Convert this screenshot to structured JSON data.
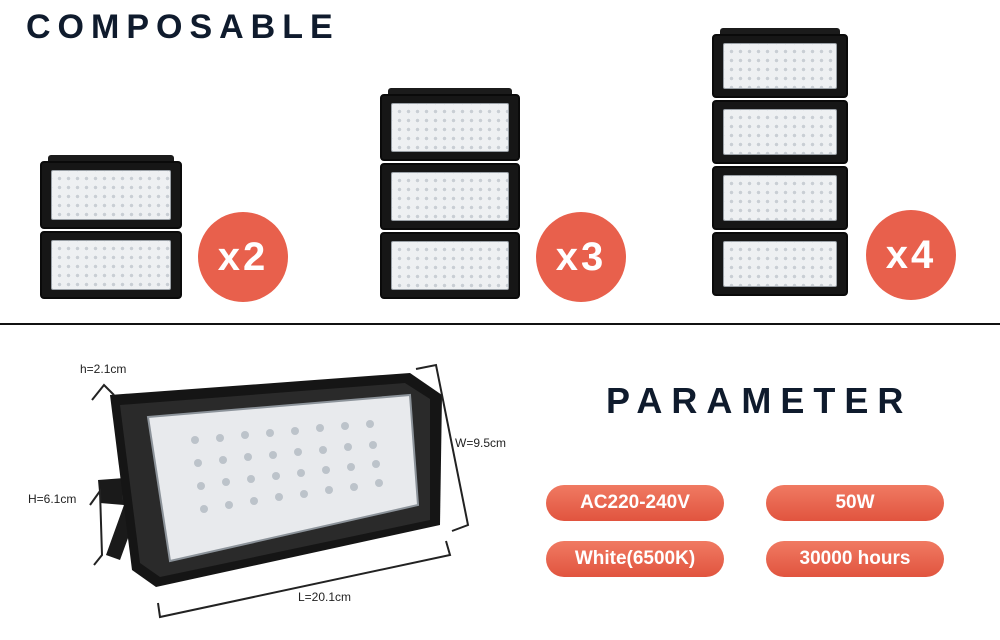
{
  "composable": {
    "title": "COMPOSABLE",
    "multipliers": [
      "x2",
      "x3",
      "x4"
    ]
  },
  "parameter": {
    "title": "PARAMETER",
    "specs": [
      "AC220-240V",
      "50W",
      "White(6500K)",
      "30000 hours"
    ]
  },
  "dimensions": {
    "height_depth": "h=2.1cm",
    "width": "W=9.5cm",
    "height": "H=6.1cm",
    "length": "L=20.1cm"
  },
  "colors": {
    "accent": "#e8604c",
    "title": "#0f1b2d"
  },
  "icons": [
    "floodlight-panel-icon",
    "floodlight-product-icon"
  ]
}
